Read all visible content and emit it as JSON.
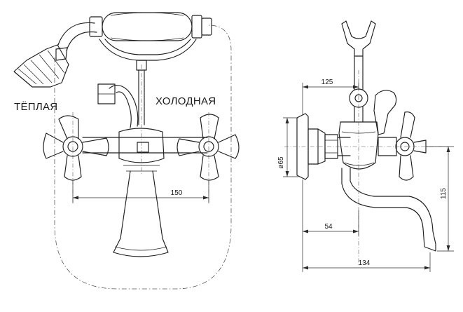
{
  "labels": {
    "warm": "ТЁПЛАЯ",
    "cold": "ХОЛОДНАЯ"
  },
  "dimensions": {
    "center_distance": "150",
    "depth_top": "125",
    "flange_diameter": "ø65",
    "wall_to_spout_axis": "54",
    "spout_reach": "134",
    "spout_height": "115"
  }
}
